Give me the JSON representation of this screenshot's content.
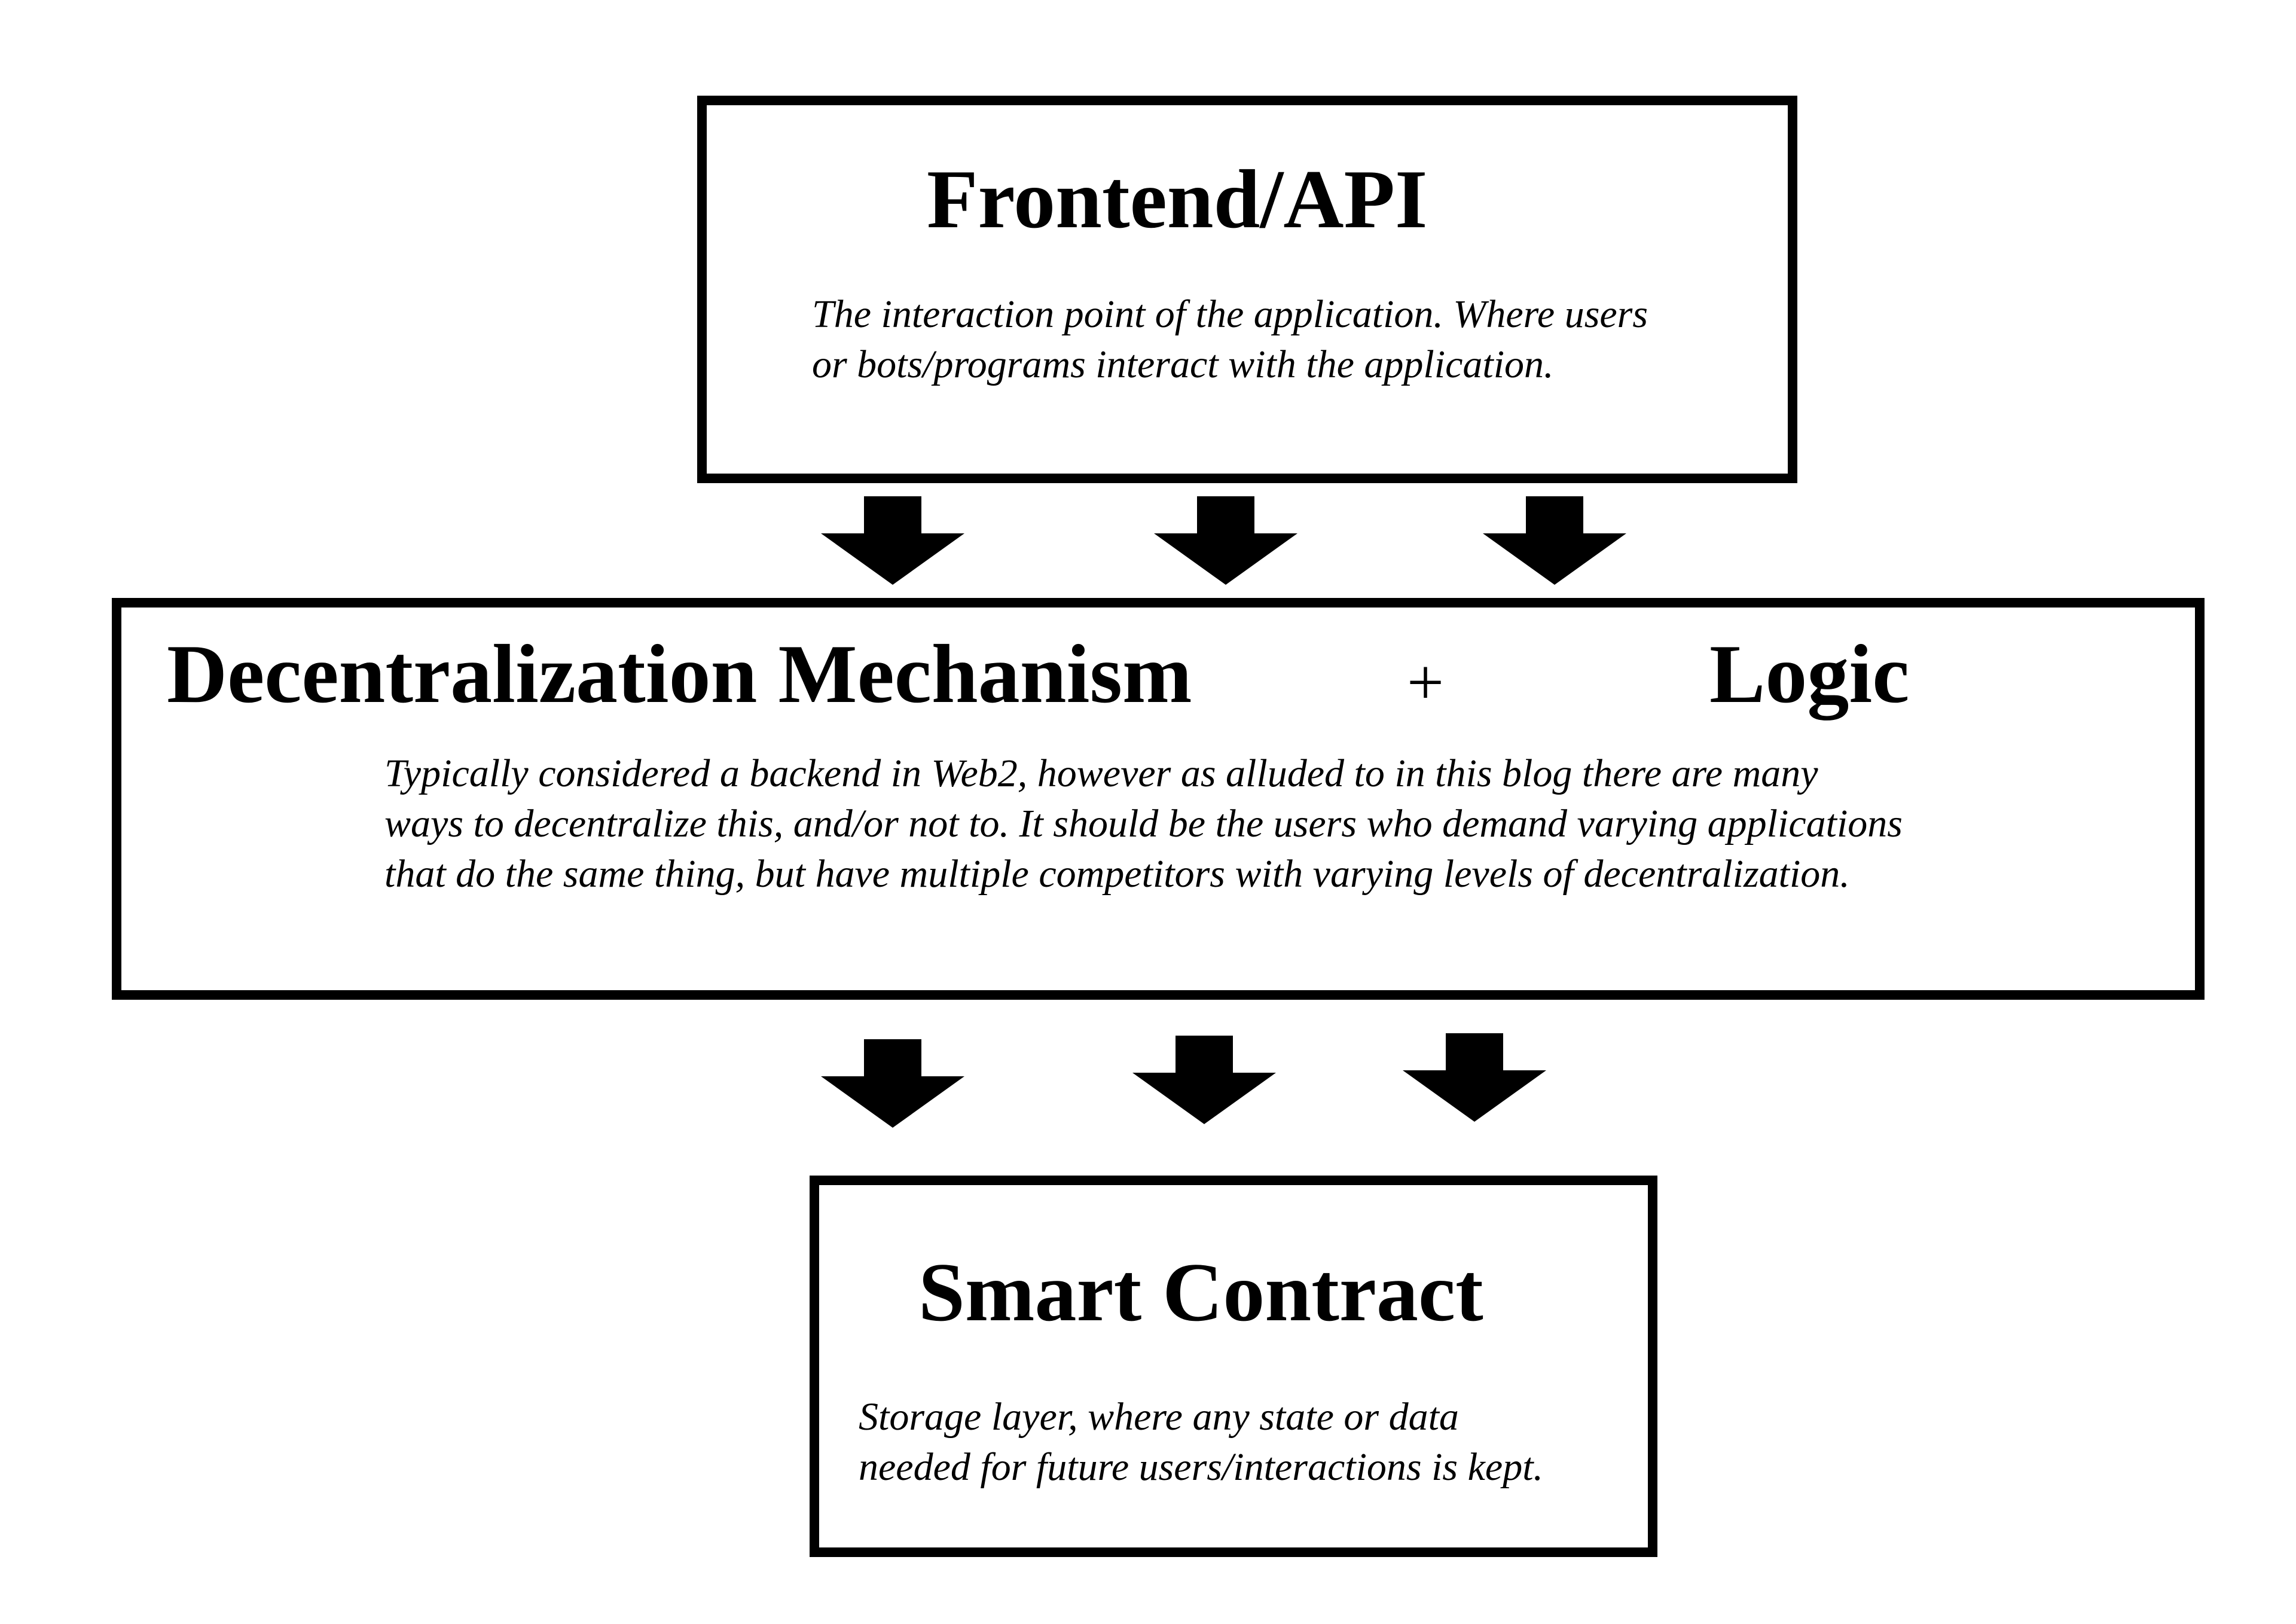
{
  "frontend": {
    "title": "Frontend/API",
    "description_lines": [
      "The interaction point of the application. Where users",
      "or bots/programs interact with the application."
    ]
  },
  "mechanism": {
    "title": "Decentralization Mechanism",
    "plus": "+",
    "logic_title": "Logic",
    "description_lines": [
      "Typically considered a backend in Web2, however as alluded to in this blog there are many",
      "ways to decentralize this, and/or not to. It should be the users who demand varying applications",
      "that do the same thing, but have multiple competitors with varying levels of decentralization."
    ]
  },
  "contract": {
    "title": "Smart Contract",
    "description_lines": [
      "Storage layer, where any state or data",
      "needed for future users/interactions is kept."
    ]
  },
  "colors": {
    "stroke": "#000000",
    "background": "#ffffff"
  }
}
